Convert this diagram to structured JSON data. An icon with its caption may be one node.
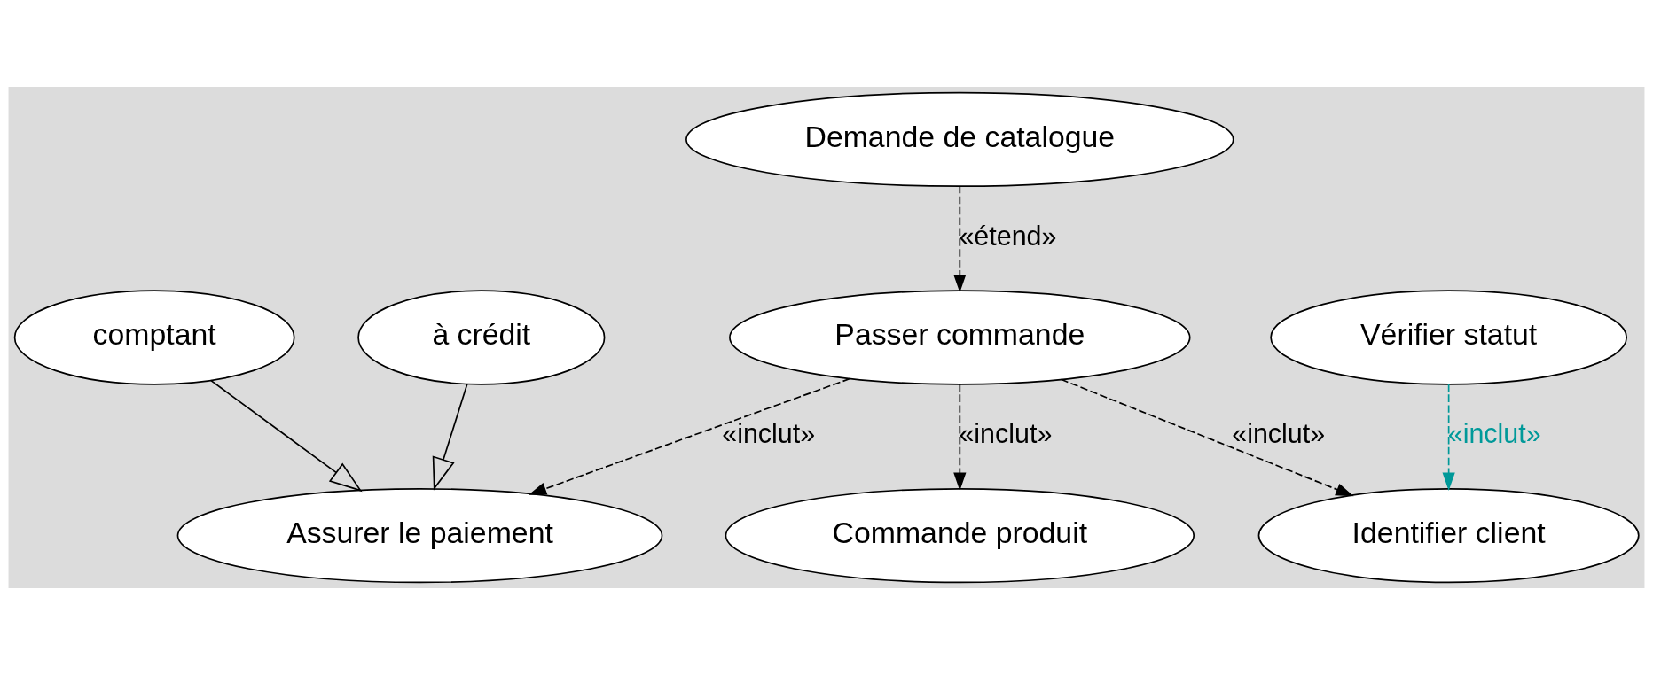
{
  "diagram": {
    "nodes": [
      {
        "text": [
          "Passer commande"
        ]
      },
      {
        "text": [
          "Demande de catalogue"
        ]
      },
      {
        "text": [
          "Vérifier statut"
        ]
      },
      {
        "text": [
          "Assurer le paiement"
        ]
      },
      {
        "text": [
          "Commande produit"
        ]
      },
      {
        "text": [
          "Identifier client"
        ]
      },
      {
        "text": [
          "comptant"
        ]
      },
      {
        "text": [
          "à crédit"
        ]
      }
    ],
    "edges": [
      {
        "from": 1,
        "to": 0,
        "arrow": "to",
        "label": "«étend»",
        "style": "dashed"
      },
      {
        "from": 0,
        "to": 5,
        "arrow": "to",
        "label": "«inclut»",
        "style": "dashed"
      },
      {
        "from": 0,
        "to": 4,
        "arrow": "to",
        "label": "«inclut»",
        "style": "dashed"
      },
      {
        "from": 0,
        "to": 3,
        "arrow": "to",
        "label": "«inclut»",
        "style": "dashed"
      },
      {
        "from": 2,
        "to": 5,
        "arrow": "to",
        "label": "«inclut»",
        "style": "dashed",
        "color": "#009999"
      },
      {
        "from": 6,
        "to": 3,
        "arrow": "to"
      },
      {
        "from": 7,
        "to": 3,
        "arrow": "to"
      }
    ]
  }
}
